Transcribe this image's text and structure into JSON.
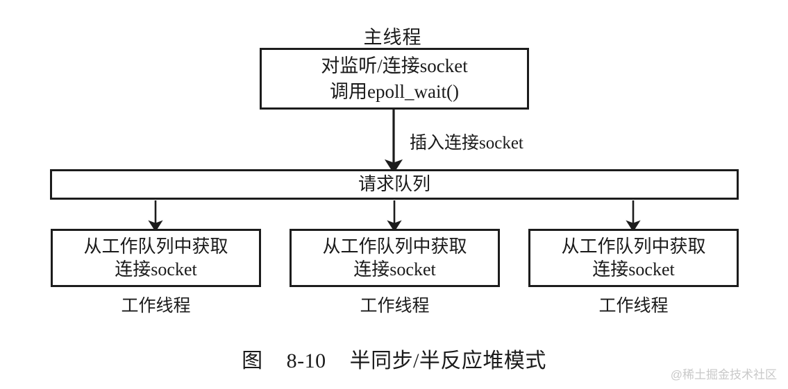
{
  "figure": {
    "caption_prefix": "图",
    "caption_number": "8-10",
    "caption_title": "半同步/半反应堆模式"
  },
  "diagram": {
    "main_thread_label": "主线程",
    "main_thread_box": {
      "line1": "对监听/连接socket",
      "line2": "调用epoll_wait()"
    },
    "insert_arrow_label": "插入连接socket",
    "queue_box": {
      "label": "请求队列"
    },
    "workers": [
      {
        "line1": "从工作队列中获取",
        "line2": "连接socket",
        "caption": "工作线程"
      },
      {
        "line1": "从工作队列中获取",
        "line2": "连接socket",
        "caption": "工作线程"
      },
      {
        "line1": "从工作队列中获取",
        "line2": "连接socket",
        "caption": "工作线程"
      }
    ]
  },
  "watermark": {
    "text": "@稀土掘金技术社区"
  },
  "colors": {
    "stroke": "#1c1c1c",
    "background": "#ffffff",
    "text": "#1a1a1a",
    "watermark": "#c9c9c9"
  }
}
